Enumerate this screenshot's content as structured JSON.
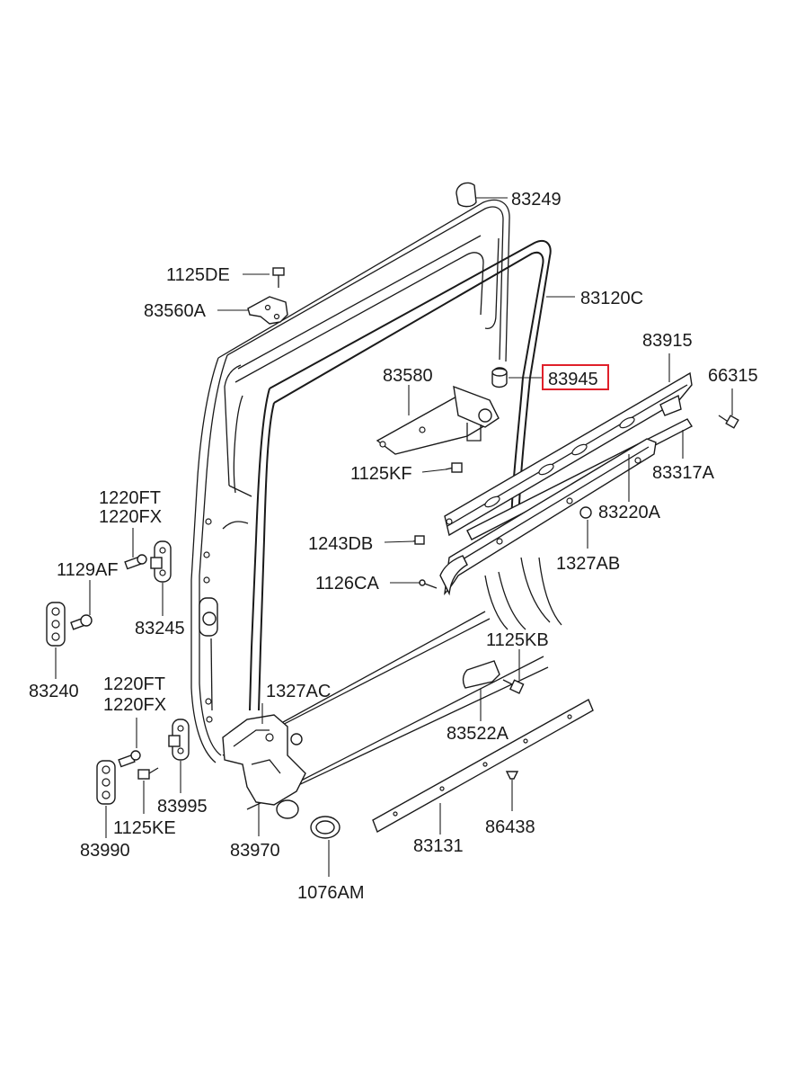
{
  "labels": {
    "p83249": "83249",
    "p1125DE": "1125DE",
    "p83560A": "83560A",
    "p83120C": "83120C",
    "p83915": "83915",
    "p83580": "83580",
    "p83945": "83945",
    "p66315": "66315",
    "p1125KF": "1125KF",
    "p83317A": "83317A",
    "p1220FT_a": "1220FT",
    "p1220FX_a": "1220FX",
    "p83220A": "83220A",
    "p1243DB": "1243DB",
    "p1129AF": "1129AF",
    "p1327AB": "1327AB",
    "p1126CA": "1126CA",
    "p83245": "83245",
    "p1125KB": "1125KB",
    "p83240": "83240",
    "p1220FT_b": "1220FT",
    "p1327AC": "1327AC",
    "p1220FX_b": "1220FX",
    "p83522A": "83522A",
    "p83995": "83995",
    "p1125KE": "1125KE",
    "p86438": "86438",
    "p83990": "83990",
    "p83970": "83970",
    "p83131": "83131",
    "p1076AM": "1076AM"
  },
  "highlight": {
    "part": "83945",
    "color": "#e0202a"
  }
}
